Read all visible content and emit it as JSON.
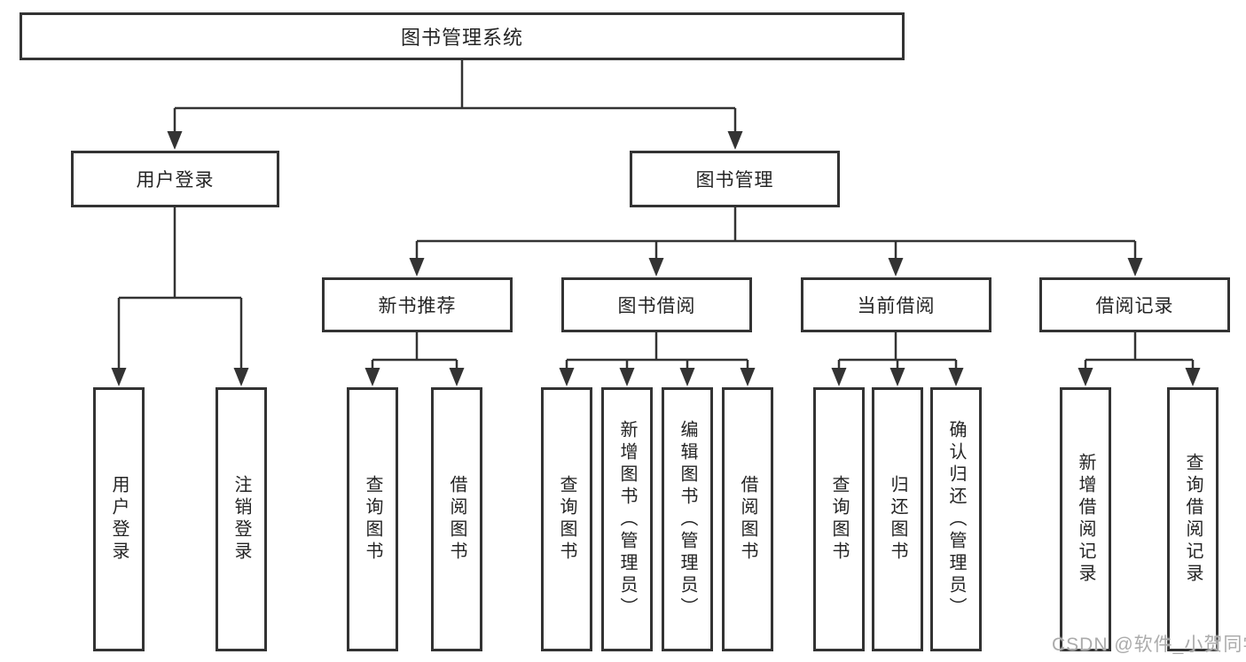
{
  "diagram": {
    "root": "图书管理系统",
    "branches": [
      {
        "label": "用户登录",
        "children": [
          "用户登录",
          "注销登录"
        ]
      },
      {
        "label": "图书管理",
        "sections": [
          {
            "label": "新书推荐",
            "children": [
              "查询图书",
              "借阅图书"
            ]
          },
          {
            "label": "图书借阅",
            "children": [
              "查询图书",
              "新增图书（管理员）",
              "编辑图书（管理员）",
              "借阅图书"
            ]
          },
          {
            "label": "当前借阅",
            "children": [
              "查询图书",
              "归还图书",
              "确认归还（管理员）"
            ]
          },
          {
            "label": "借阅记录",
            "children": [
              "新增借阅记录",
              "查询借阅记录"
            ]
          }
        ]
      }
    ]
  },
  "watermark": "CSDN @软件_小贺同学",
  "colors": {
    "line": "#333333",
    "text": "#242424",
    "watermark": "#ababab",
    "background": "#ffffff"
  }
}
